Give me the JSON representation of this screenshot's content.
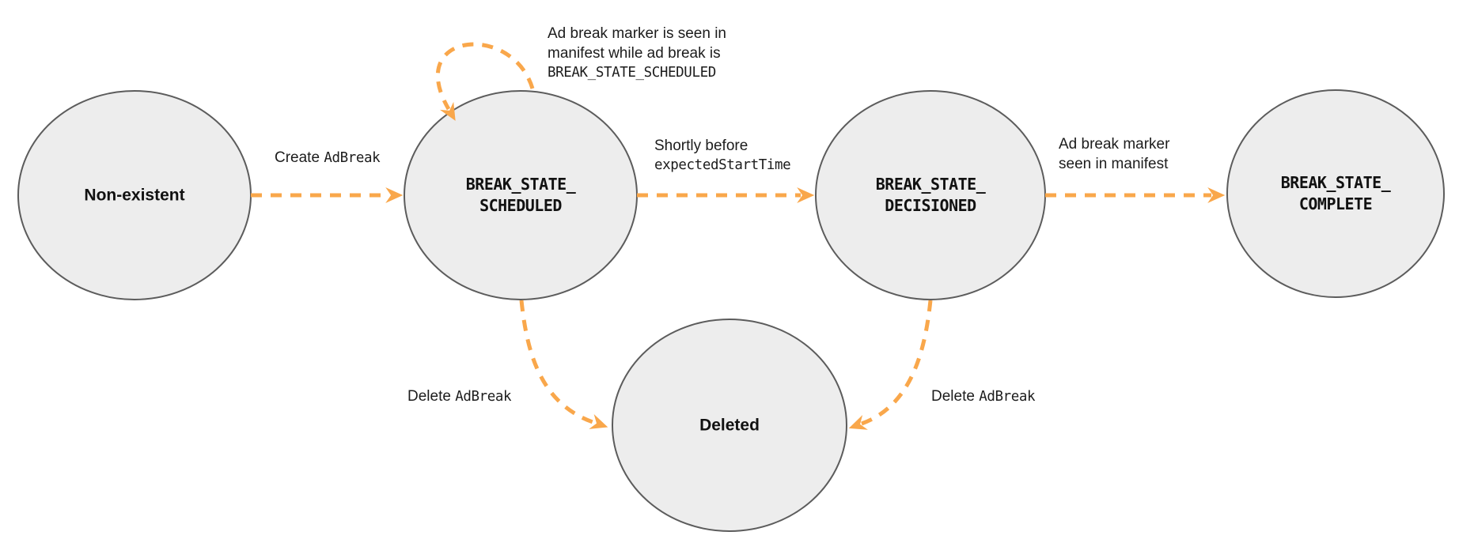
{
  "diagram": {
    "colors": {
      "arrow": "#F9A74B",
      "node_fill": "#EDEDED",
      "node_stroke": "#5C5C5C",
      "text": "#1C1C1C"
    },
    "nodes": [
      {
        "id": "non-existent",
        "label": "Non-existent"
      },
      {
        "id": "break-state-scheduled",
        "line1": "BREAK_STATE_",
        "line2": "SCHEDULED"
      },
      {
        "id": "break-state-decisioned",
        "line1": "BREAK_STATE_",
        "line2": "DECISIONED"
      },
      {
        "id": "break-state-complete",
        "line1": "BREAK_STATE_",
        "line2": "COMPLETE"
      },
      {
        "id": "deleted",
        "label": "Deleted"
      }
    ],
    "edges": [
      {
        "id": "create-adbreak",
        "text": "Create",
        "code": "AdBreak"
      },
      {
        "id": "marker-seen-loop",
        "line1": "Ad break marker is seen in",
        "line2": "manifest while ad break is",
        "code": "BREAK_STATE_SCHEDULED"
      },
      {
        "id": "shortly-before",
        "text": "Shortly before",
        "code": "expectedStartTime"
      },
      {
        "id": "marker-seen-manifest",
        "line1": "Ad break marker",
        "line2": "seen in manifest"
      },
      {
        "id": "delete-adbreak-left",
        "text": "Delete",
        "code": "AdBreak"
      },
      {
        "id": "delete-adbreak-right",
        "text": "Delete",
        "code": "AdBreak"
      }
    ]
  }
}
